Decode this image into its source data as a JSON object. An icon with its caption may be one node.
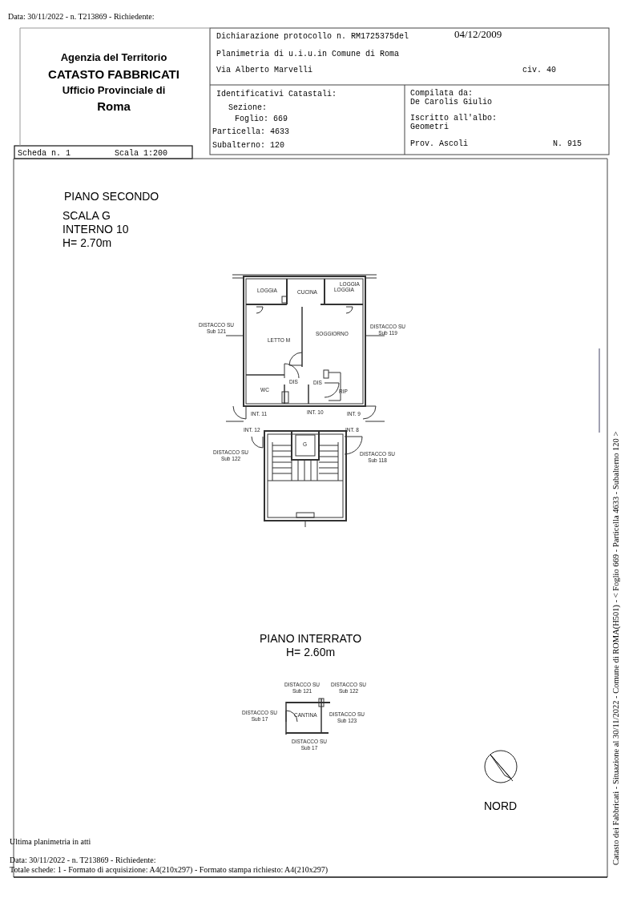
{
  "diagram": {
    "labels": [
      "Data: 30/11/2022 - n. T213869 - Richiedente:",
      "Agenzia del Territorio",
      "CATASTO FABBRICATI",
      "Ufficio Provinciale di",
      "Roma",
      "Dichiarazione protocollo n. RM1725375del",
      "04/12/2009",
      "Planimetria di u.i.u.in Comune di Roma",
      "Via Alberto Marvelli",
      "civ. 40",
      "Identificativi Catastali:",
      "Sezione:",
      "Foglio: 669",
      "Particella: 4633",
      "Subalterno: 120",
      "Compilata da:",
      "De Carolis Giulio",
      "Iscritto all'albo:",
      "Geometri",
      "Prov. Ascoli",
      "N. 915",
      "Scheda n. 1",
      "Scala 1:200",
      "PIANO SECONDO",
      "SCALA G",
      "INTERNO 10",
      "H= 2.70m",
      "LOGGIA",
      "CUCINA",
      "LOGGIA",
      "LOGGIA",
      "DISTACCO SU Sub 121",
      "LETTO M",
      "SOGGIORNO",
      "DISTACCO SU Sub 119",
      "WC",
      "DIS",
      "DIS",
      "RIP",
      "INT. 11",
      "INT. 10",
      "INT. 9",
      "INT. 12",
      "INT. 8",
      "G",
      "DISTACCO SU Sub 122",
      "DISTACCO SU Sub 118",
      "PIANO INTERRATO",
      "H= 2.60m",
      "DISTACCO SU Sub 121",
      "DISTACCO SU Sub 122",
      "DISTACCO SU Sub 17",
      "CANTINA",
      "DISTACCO SU Sub 123",
      "DISTACCO SU Sub 17",
      "NORD",
      "Ultima planimetria in atti",
      "Data: 30/11/2022 - n. T213869 - Richiedente:",
      "Totale schede: 1 - Formato di acquisizione: A4(210x297) - Formato stampa richiesto: A4(210x297)",
      "Catasto dei Fabbricati - Situazione al 30/11/2022 - Comune di ROMA(H501) - < Foglio 669 - Particella 4633 - Subalterno 120 >"
    ]
  }
}
